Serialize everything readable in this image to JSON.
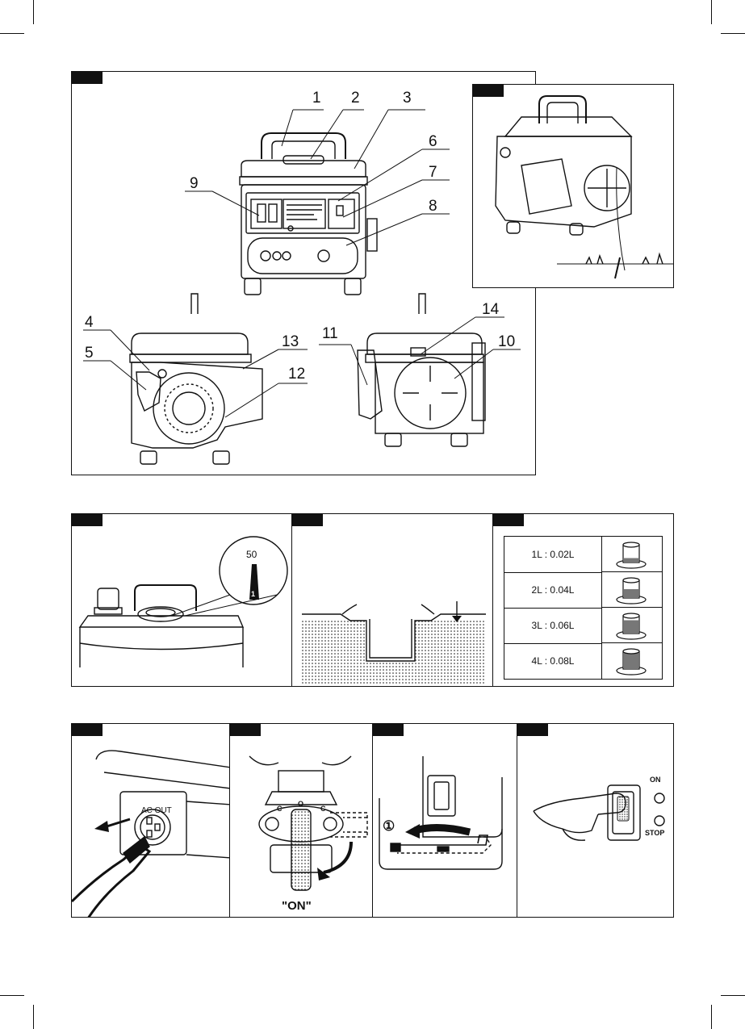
{
  "figure_main": {
    "callouts": [
      "1",
      "2",
      "3",
      "4",
      "5",
      "6",
      "7",
      "8",
      "9",
      "10",
      "11",
      "12",
      "13",
      "14"
    ]
  },
  "figure_oil": {
    "gauge_value": "50",
    "gauge_mark": "1"
  },
  "figure_mix": {
    "rows": [
      {
        "ratio": "1L : 0.02L",
        "fill": 0.25
      },
      {
        "ratio": "2L : 0.04L",
        "fill": 0.5
      },
      {
        "ratio": "3L : 0.06L",
        "fill": 0.75
      },
      {
        "ratio": "4L : 0.08L",
        "fill": 1.0
      }
    ]
  },
  "figure_socket": {
    "label": "AC OUT"
  },
  "figure_valve": {
    "label": "\"ON\"",
    "positions": [
      "C",
      "O",
      "C"
    ]
  },
  "figure_choke": {
    "step": "①"
  },
  "figure_switch": {
    "on_label": "ON",
    "stop_label": "STOP"
  },
  "colors": {
    "ink": "#111111",
    "paper": "#ffffff"
  }
}
